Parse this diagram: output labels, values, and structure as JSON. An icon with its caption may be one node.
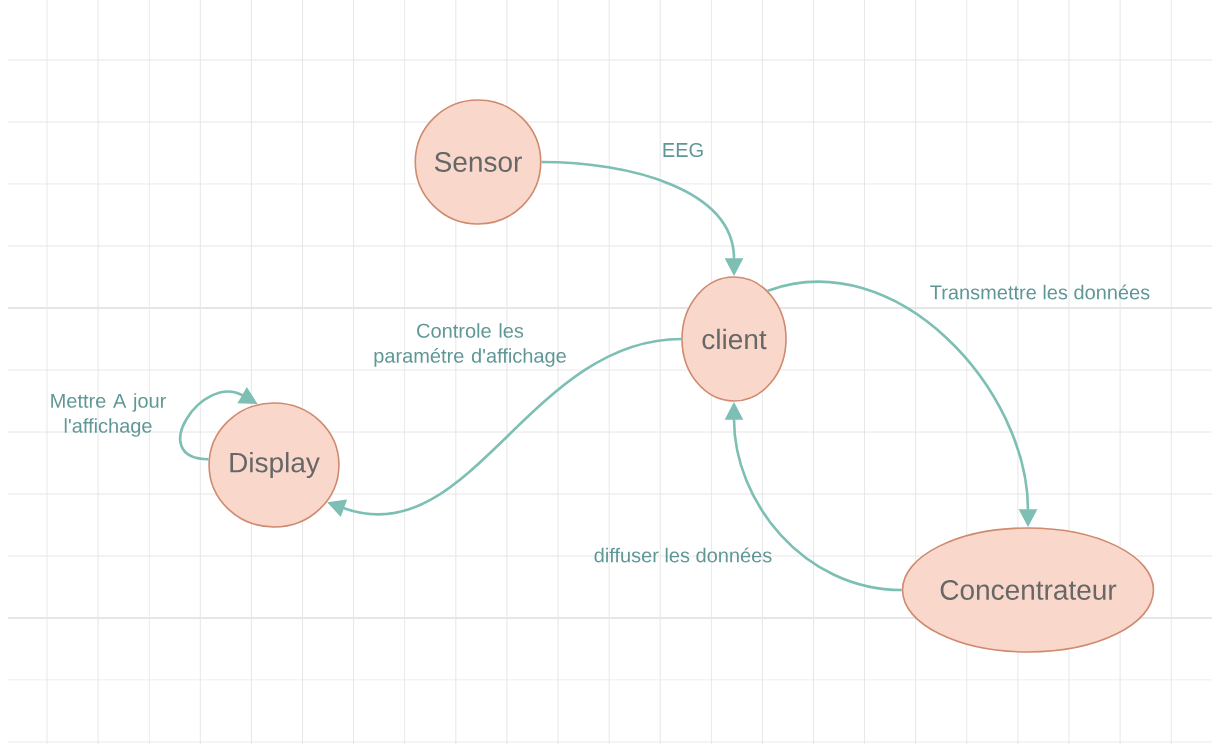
{
  "diagram": {
    "nodes": [
      {
        "text": [
          "Sensor"
        ]
      },
      {
        "text": [
          "client"
        ]
      },
      {
        "text": [
          "Display"
        ]
      },
      {
        "text": [
          "Concentrateur"
        ]
      }
    ],
    "edges": [
      {
        "from": 0,
        "to": 1,
        "arrow": "to",
        "label": "EEG"
      },
      {
        "from": 1,
        "to": 3,
        "arrow": "to",
        "label": "Transmettre les données"
      },
      {
        "from": 3,
        "to": 1,
        "arrow": "to",
        "label": "diffuser les données"
      },
      {
        "from": 1,
        "to": 2,
        "arrow": "to",
        "label": "Controle les paramétre d'affichage"
      },
      {
        "from": 2,
        "to": 2,
        "arrow": "to",
        "label": "Mettre A jour l'affichage"
      }
    ]
  }
}
